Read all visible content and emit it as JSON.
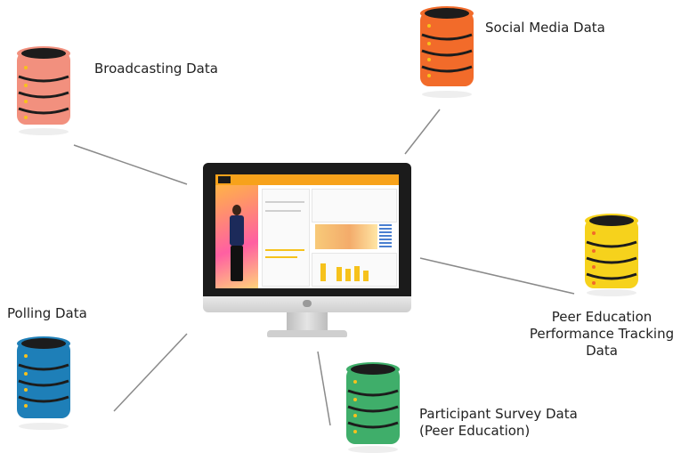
{
  "sources": [
    {
      "id": "broadcasting",
      "label": "Broadcasting Data",
      "color": "#f2907e"
    },
    {
      "id": "social",
      "label": "Social Media Data",
      "color": "#f26b2a"
    },
    {
      "id": "peer",
      "label": "Peer Education Performance Tracking Data",
      "lines": [
        "Peer Education",
        "Performance Tracking",
        "Data"
      ],
      "color": "#f6d21c"
    },
    {
      "id": "survey",
      "label": "Participant Survey Data (Peer Education)",
      "lines": [
        "Participant Survey Data",
        "(Peer Education)"
      ],
      "color": "#3fae6a"
    },
    {
      "id": "polling",
      "label": "Polling Data",
      "color": "#1e7fb8"
    }
  ],
  "hub": {
    "icon": "monitor-dashboard-icon"
  },
  "colors": {
    "disk_band": "#1c1c1c",
    "connector": "#8a8a8a",
    "dashboard_accent": "#f7a21b"
  }
}
